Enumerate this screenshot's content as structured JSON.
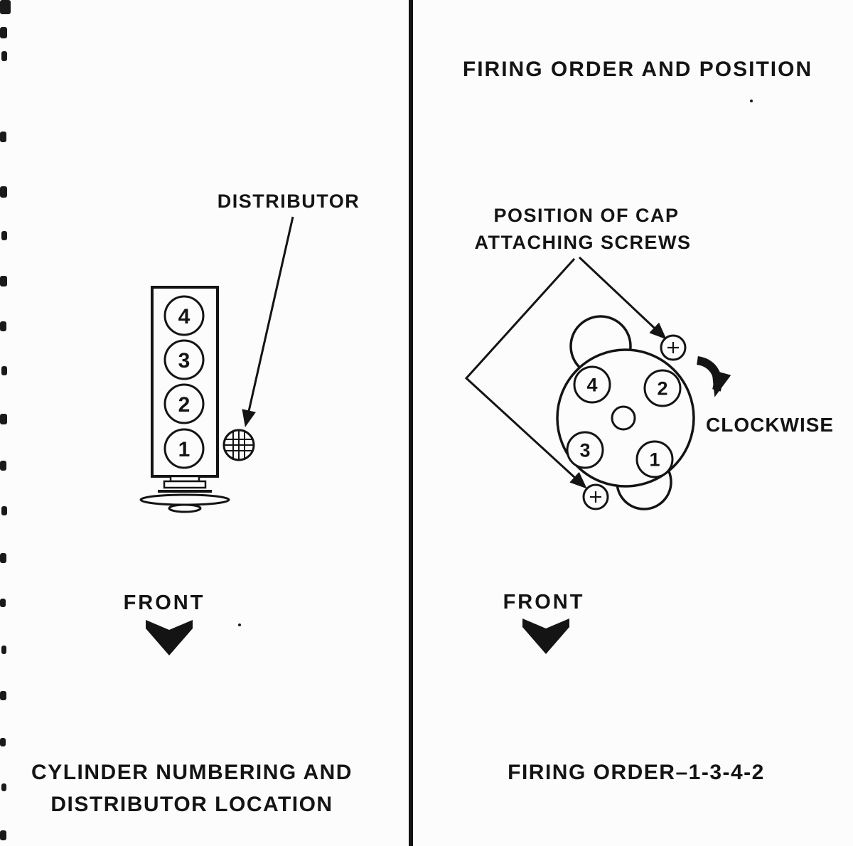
{
  "page": {
    "background": "#fcfcfc",
    "ink": "#141414"
  },
  "left_panel": {
    "distributor_label": "DISTRIBUTOR",
    "engine": {
      "cylinders": [
        "4",
        "3",
        "2",
        "1"
      ]
    },
    "front_label": "FRONT",
    "caption": {
      "line1": "CYLINDER NUMBERING AND",
      "line2": "DISTRIBUTOR LOCATION"
    }
  },
  "right_panel": {
    "title": "FIRING ORDER AND POSITION",
    "screw_label": {
      "line1": "POSITION OF CAP",
      "line2": "ATTACHING SCREWS"
    },
    "cap": {
      "terminals": [
        "4",
        "2",
        "3",
        "1"
      ]
    },
    "clockwise_label": "CLOCKWISE",
    "front_label": "FRONT",
    "caption": "FIRING ORDER–1-3-4-2"
  }
}
